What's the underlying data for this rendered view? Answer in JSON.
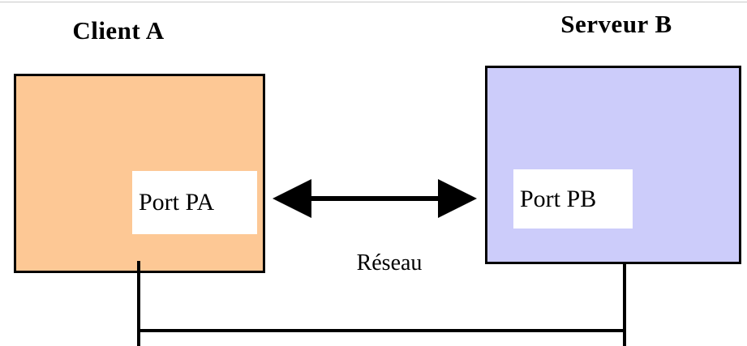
{
  "diagram": {
    "title_client": "Client A",
    "title_server": "Serveur B",
    "port_a_label": "Port PA",
    "port_b_label": "Port PB",
    "network_label": "Réseau",
    "colors": {
      "client_fill": "#fdc895",
      "server_fill": "#ccccfa",
      "stroke": "#000000",
      "port_fill": "#ffffff",
      "background": "#ffffff",
      "top_rule": "#c8c8c8"
    },
    "icons": {
      "link_arrow": "double-headed-arrow-icon",
      "bracket": "network-bracket-icon"
    }
  }
}
